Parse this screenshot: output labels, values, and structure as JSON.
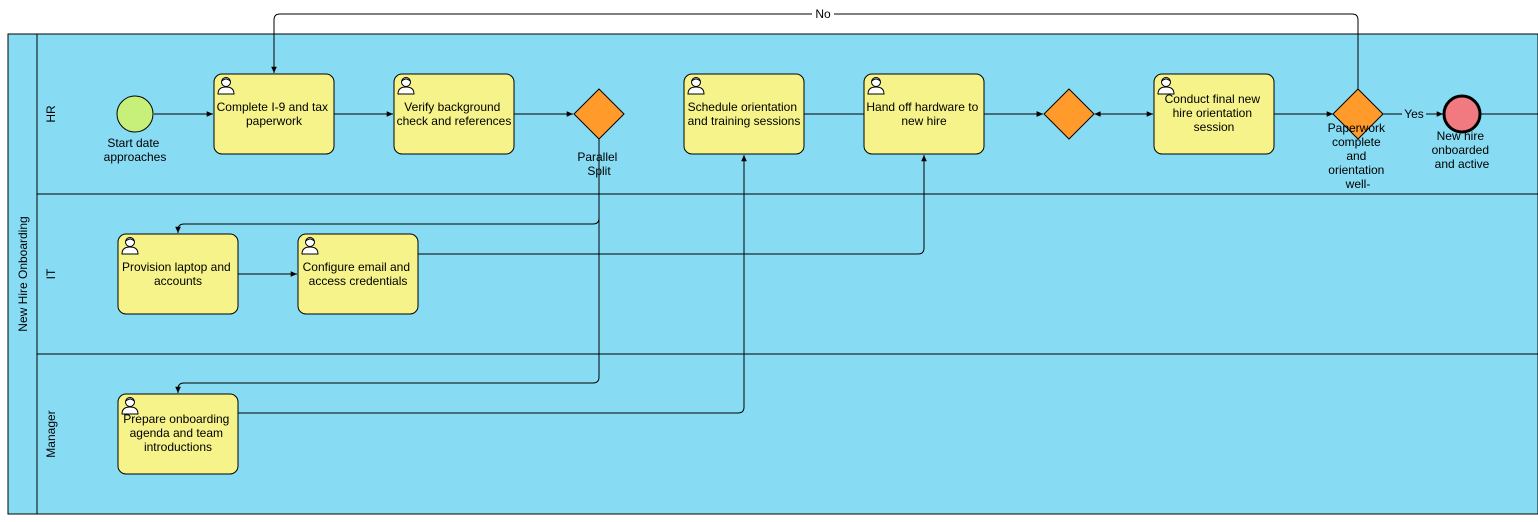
{
  "pool": {
    "title": "New Hire Onboarding"
  },
  "lanes": {
    "hr": "HR",
    "it": "IT",
    "manager": "Manager"
  },
  "colors": {
    "pool_fill": "#87dbf3",
    "task_fill": "#f5f38a",
    "gateway_fill": "#ff9a2b",
    "start_fill": "#c7f07a",
    "end_fill": "#f07a80",
    "line": "#000000"
  },
  "events": {
    "start": {
      "label_lines": [
        "Start date",
        "approaches"
      ]
    },
    "end": {
      "label_lines": [
        "New hire",
        "onboarded",
        "and active"
      ]
    }
  },
  "tasks": {
    "paperwork": {
      "label_lines": [
        "Complete I-9 and tax",
        "paperwork"
      ],
      "icon": "user-icon"
    },
    "background": {
      "label_lines": [
        "Verify background",
        "check and references"
      ],
      "icon": "user-icon"
    },
    "schedule": {
      "label_lines": [
        "Schedule orientation",
        "and training sessions"
      ],
      "icon": "user-icon"
    },
    "handoff": {
      "label_lines": [
        "Hand off hardware to",
        "new hire"
      ],
      "icon": "user-icon"
    },
    "final_orientation": {
      "label_lines": [
        "Conduct final new",
        "hire orientation",
        "session"
      ],
      "icon": "user-icon"
    },
    "provision": {
      "label_lines": [
        "Provision laptop and",
        "accounts"
      ],
      "icon": "user-icon"
    },
    "configure": {
      "label_lines": [
        "Configure email and",
        "access credentials"
      ],
      "icon": "user-icon"
    },
    "agenda": {
      "label_lines": [
        "Prepare onboarding",
        "agenda and team",
        "introductions"
      ],
      "icon": "user-icon"
    }
  },
  "gateways": {
    "split": {
      "label_lines": [
        "Parallel",
        "Split"
      ]
    },
    "join": {
      "label_lines": []
    },
    "check": {
      "label_lines": [
        "Paperwork",
        "complete",
        "and",
        "orientation",
        "well-"
      ]
    }
  },
  "edge_labels": {
    "no": "No",
    "yes": "Yes"
  }
}
